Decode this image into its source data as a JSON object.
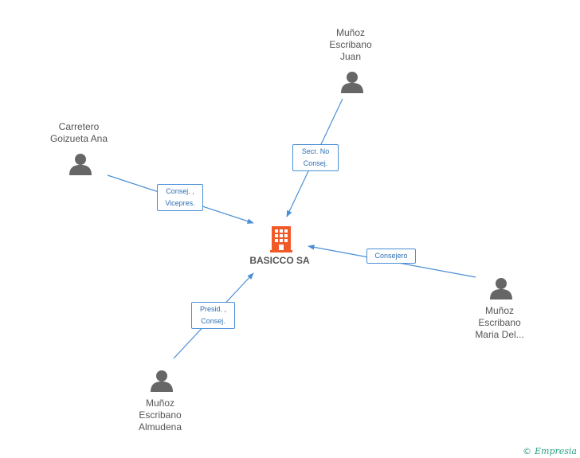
{
  "center": {
    "name": "BASICCO SA"
  },
  "people": [
    {
      "id": "p1",
      "lines": [
        "Muñoz",
        "Escribano",
        "Juan"
      ]
    },
    {
      "id": "p2",
      "lines": [
        "Carretero",
        "Goizueta Ana"
      ]
    },
    {
      "id": "p3",
      "lines": [
        "Muñoz",
        "Escribano",
        "Maria Del..."
      ]
    },
    {
      "id": "p4",
      "lines": [
        "Muñoz",
        "Escribano",
        "Almudena"
      ]
    }
  ],
  "edges": [
    {
      "from": "p1",
      "lines": [
        "Secr.  No",
        "Consej."
      ]
    },
    {
      "from": "p2",
      "lines": [
        "Consej. ,",
        "Vicepres."
      ]
    },
    {
      "from": "p3",
      "lines": [
        "Consejero"
      ]
    },
    {
      "from": "p4",
      "lines": [
        "Presid. ,",
        "Consej."
      ]
    }
  ],
  "footer": {
    "copyright": "©",
    "brand": "Empresia"
  },
  "colors": {
    "edge": "#4a8fd6",
    "company": "#f05a28",
    "person": "#666666"
  }
}
